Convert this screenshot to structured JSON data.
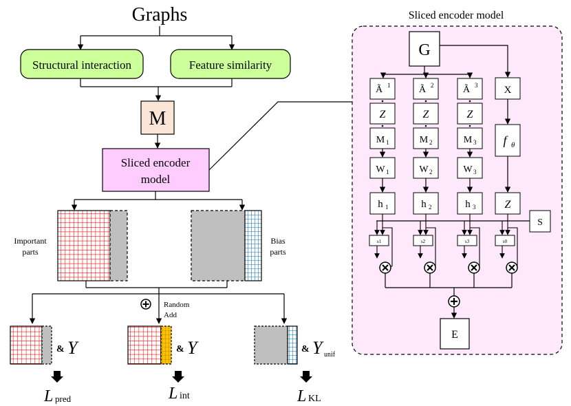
{
  "left": {
    "title": "Graphs",
    "structural": "Structural interaction",
    "feature": "Feature similarity",
    "m": "M",
    "encoder_line1": "Sliced encoder",
    "encoder_line2": "model",
    "important_1": "Important",
    "important_2": "parts",
    "bias_1": "Bias",
    "bias_2": "parts",
    "random_1": "Random",
    "random_2": "Add",
    "amp": "&",
    "y": "Y",
    "y_unif_sub": "unif",
    "l": "L",
    "pred": "pred",
    "int": "int",
    "kl": "KL"
  },
  "right": {
    "title": "Sliced encoder model",
    "g": "G",
    "x": "X",
    "a_sup": [
      "1",
      "2",
      "3"
    ],
    "a_base": "Ã",
    "z": "Z",
    "m_base": "M",
    "w_base": "W",
    "h_base": "h",
    "idx": [
      "1",
      "2",
      "3"
    ],
    "f": "f",
    "theta": "θ",
    "s": "S",
    "s_small": [
      "s1",
      "s2",
      "s3",
      "s0"
    ],
    "e": "E"
  },
  "colors": {
    "green_fill": "#ccff99",
    "peach_fill": "#fbe5d6",
    "pink_fill": "#ffccff",
    "panel_fill": "#fde9fb",
    "red_grid": "#ff0000",
    "blue_grid": "#0070c0",
    "yellow_fill": "#ffc000",
    "gray_fill": "#bfbfbf"
  }
}
